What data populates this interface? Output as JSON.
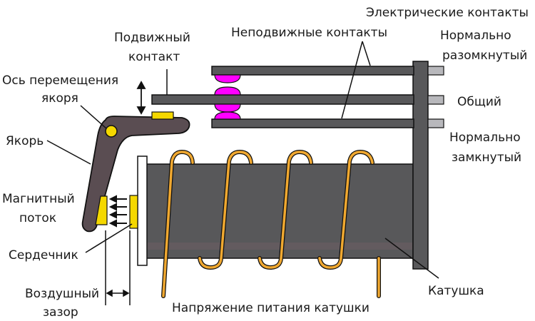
{
  "diagram": {
    "title": "Relay structure",
    "labels": {
      "electrical_contacts": "Электрические контакты",
      "fixed_contacts": "Неподвижные контакты",
      "moving_contact_1": "Подвижный",
      "moving_contact_2": "контакт",
      "armature_axis_1": "Ось перемещения",
      "armature_axis_2": "якоря",
      "armature": "Якорь",
      "magnetic_flux_1": "Магнитный",
      "magnetic_flux_2": "поток",
      "core": "Сердечник",
      "air_gap_1": "Воздушный",
      "air_gap_2": "зазор",
      "coil_voltage": "Напряжение питания катушки",
      "coil": "Катушка",
      "normally_open_1": "Нормально",
      "normally_open_2": "разомкнутый",
      "common": "Общий",
      "normally_closed_1": "Нормально",
      "normally_closed_2": "замкнутый"
    },
    "colors": {
      "body_dark": "#58585a",
      "armature": "#5a4d52",
      "contact_pad": "#ff00ff",
      "yellow": "#f5d800",
      "wire": "#f0a830",
      "terminal": "#b8b8bc",
      "outline": "#111111"
    }
  }
}
